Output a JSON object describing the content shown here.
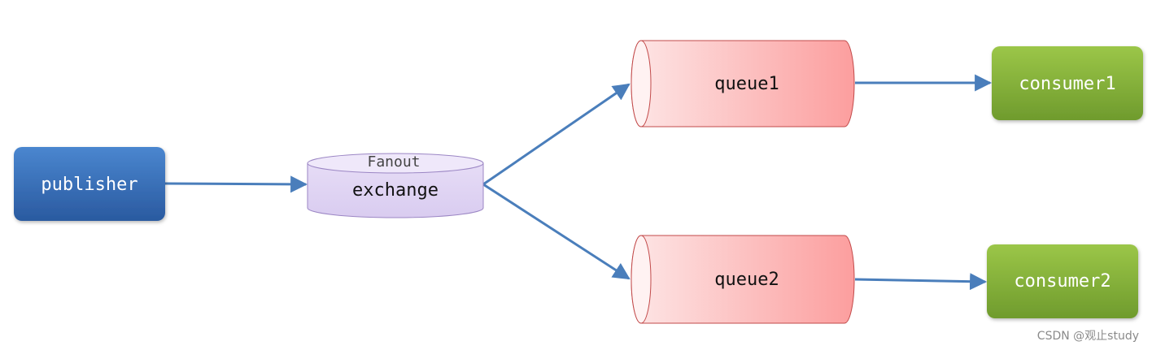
{
  "publisher": {
    "label": "publisher"
  },
  "exchange": {
    "type_label": "Fanout",
    "label": "exchange"
  },
  "queues": [
    {
      "label": "queue1"
    },
    {
      "label": "queue2"
    }
  ],
  "consumers": [
    {
      "label": "consumer1"
    },
    {
      "label": "consumer2"
    }
  ],
  "watermark": {
    "text": "CSDN @观止study"
  },
  "colors": {
    "publisher_fill_top": "#4a86cf",
    "publisher_fill_bottom": "#2a5aa0",
    "exchange_fill": "#d9ccf0",
    "exchange_stroke": "#9b86c4",
    "queue_fill_light": "#fde6e6",
    "queue_fill_dark": "#fc9e9e",
    "queue_stroke": "#c24a4a",
    "consumer_fill_top": "#9bc648",
    "consumer_fill_bottom": "#6f9b2d",
    "arrow": "#4a7ebb",
    "node_text_light": "#ffffff",
    "node_text_dark": "#111111",
    "watermark_text": "#8a8a8a"
  }
}
